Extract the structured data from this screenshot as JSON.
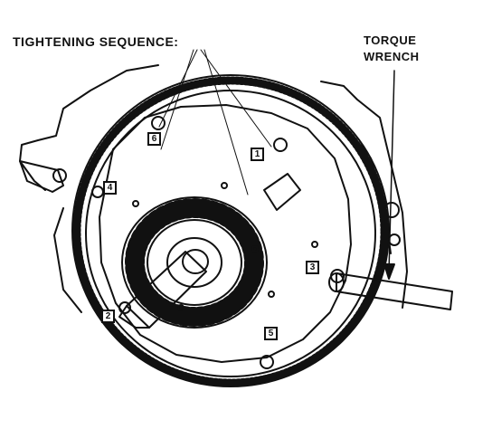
{
  "title": "TIGHTENING SEQUENCE:",
  "wrench_label": {
    "line1": "TORQUE",
    "line2": "WRENCH"
  },
  "sequence": [
    {
      "label": "1"
    },
    {
      "label": "2"
    },
    {
      "label": "3"
    },
    {
      "label": "4"
    },
    {
      "label": "5"
    },
    {
      "label": "6"
    }
  ],
  "colors": {
    "ink": "#111111",
    "paper": "#ffffff"
  }
}
